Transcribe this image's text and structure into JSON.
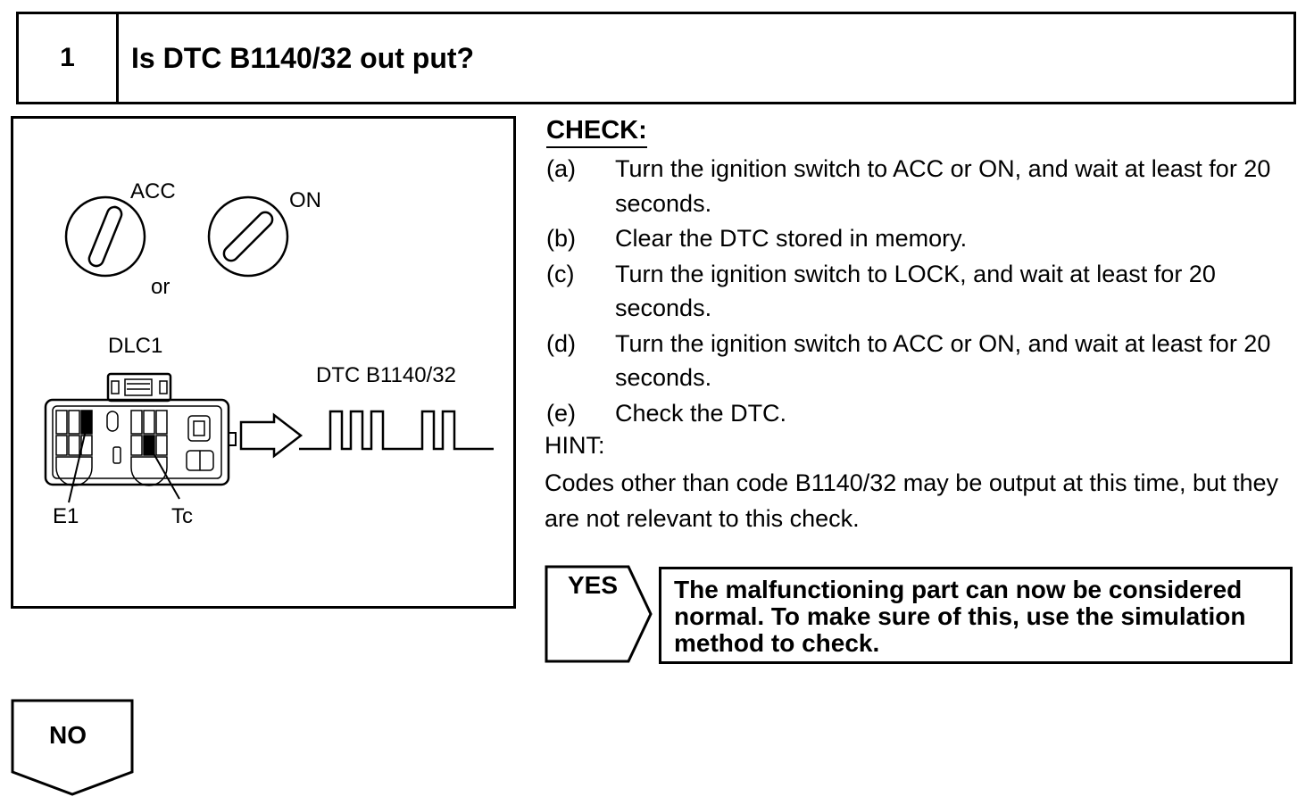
{
  "step": {
    "number": "1",
    "question": "Is DTC B1140/32 out put?"
  },
  "figure": {
    "label_acc": "ACC",
    "label_on": "ON",
    "label_or": "or",
    "label_dlc1": "DLC1",
    "label_dtc": "DTC B1140/32",
    "label_e1": "E1",
    "label_tc": "Tc"
  },
  "check": {
    "title": "CHECK:",
    "items": [
      {
        "label": "(a)",
        "text": "Turn the ignition switch to ACC or ON, and wait at least for 20 seconds."
      },
      {
        "label": "(b)",
        "text": "Clear the DTC stored in memory."
      },
      {
        "label": "(c)",
        "text": "Turn the ignition switch to LOCK, and wait at least for 20 seconds."
      },
      {
        "label": "(d)",
        "text": "Turn the ignition switch to ACC or ON, and wait at least for 20 seconds."
      },
      {
        "label": "(e)",
        "text": "Check the DTC."
      }
    ]
  },
  "hint": {
    "title": "HINT:",
    "text": "Codes other than code B1140/32 may be output at this time, but they are not relevant to this check."
  },
  "yes": {
    "label": "YES",
    "result": "The malfunctioning part can now be considered normal. To make sure of this, use the simulation method to check."
  },
  "no": {
    "label": "NO"
  }
}
